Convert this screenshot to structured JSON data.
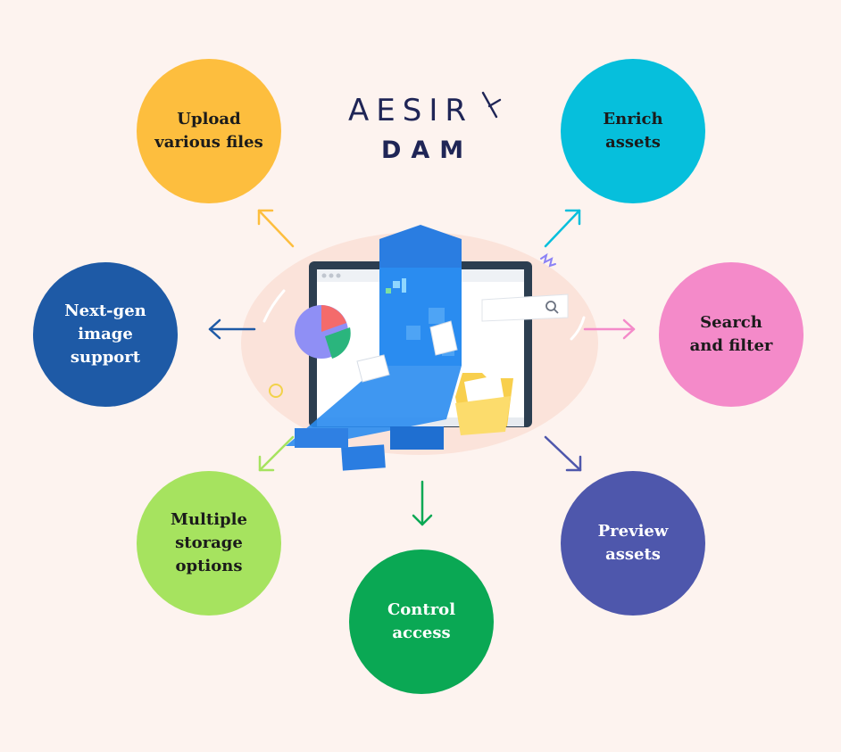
{
  "brand": {
    "name": "AESIR",
    "product": "DAM",
    "color": "#1f2556"
  },
  "features": [
    {
      "id": "upload",
      "label": "Upload\nvarious files",
      "color": "#fdbe3e",
      "text_color": "#1b1b1b"
    },
    {
      "id": "enrich",
      "label": "Enrich\nassets",
      "color": "#06bfdc",
      "text_color": "#1b1b1b"
    },
    {
      "id": "nextgen",
      "label": "Next-gen\nimage\nsupport",
      "color": "#1e5aa6",
      "text_color": "#ffffff"
    },
    {
      "id": "search",
      "label": "Search\nand filter",
      "color": "#f48ac9",
      "text_color": "#1b1b1b"
    },
    {
      "id": "storage",
      "label": "Multiple\nstorage\noptions",
      "color": "#a6e35f",
      "text_color": "#1b1b1b"
    },
    {
      "id": "access",
      "label": "Control\naccess",
      "color": "#0aa854",
      "text_color": "#ffffff"
    },
    {
      "id": "preview",
      "label": "Preview\nassets",
      "color": "#4e57ac",
      "text_color": "#ffffff"
    }
  ]
}
